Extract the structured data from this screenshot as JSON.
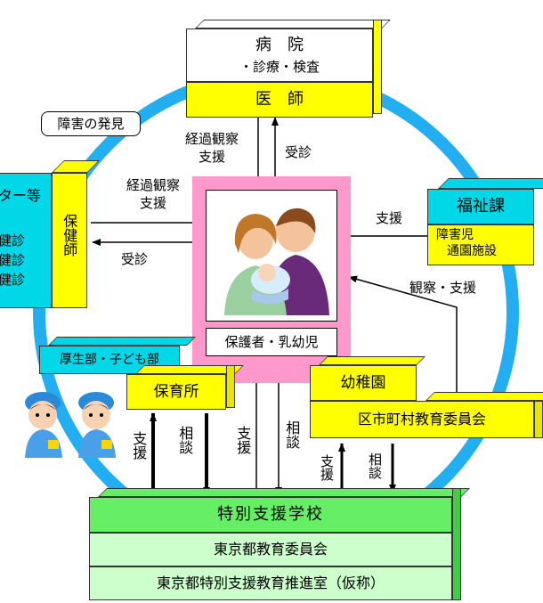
{
  "colors": {
    "ring": "#22aef0",
    "yellow": "#ffff00",
    "cyan": "#00d8e8",
    "pink": "#ff99cc",
    "green": "#66ee66",
    "lightgreen": "#ccffcc",
    "white": "#ffffff"
  },
  "hospital": {
    "title": "病　院",
    "subtitle": "・診療・検査",
    "doctor": "医　師"
  },
  "discovery_label": "障害の発見",
  "health_center": {
    "title": "ター等",
    "nurse": "保健師",
    "items": [
      "健診",
      "健診",
      "健診"
    ]
  },
  "welfare": {
    "title": "福祉課",
    "sub1": "障害児",
    "sub2": "通園施設"
  },
  "center": {
    "label": "保護者・乳幼児"
  },
  "welfare_dept": "厚生部・子ども部",
  "nursery": "保育所",
  "kindergarten": "幼稚園",
  "board": "区市町村教育委員会",
  "school": {
    "title": "特別支援学校",
    "board": "東京都教育委員会",
    "office": "東京都特別支援教育推進室（仮称）"
  },
  "arrows": {
    "hospital_left": [
      "経過観察",
      "支援"
    ],
    "hospital_right": "受診",
    "left_top": [
      "経過観察",
      "支援"
    ],
    "left_bottom": "受診",
    "right_top": "支援",
    "right_bottom": "観察・支援",
    "nursery_up": "支援",
    "nursery_down": "相談",
    "mid_up": "支援",
    "mid_down": "相談",
    "board_up": "支援",
    "board_down": "相談"
  }
}
